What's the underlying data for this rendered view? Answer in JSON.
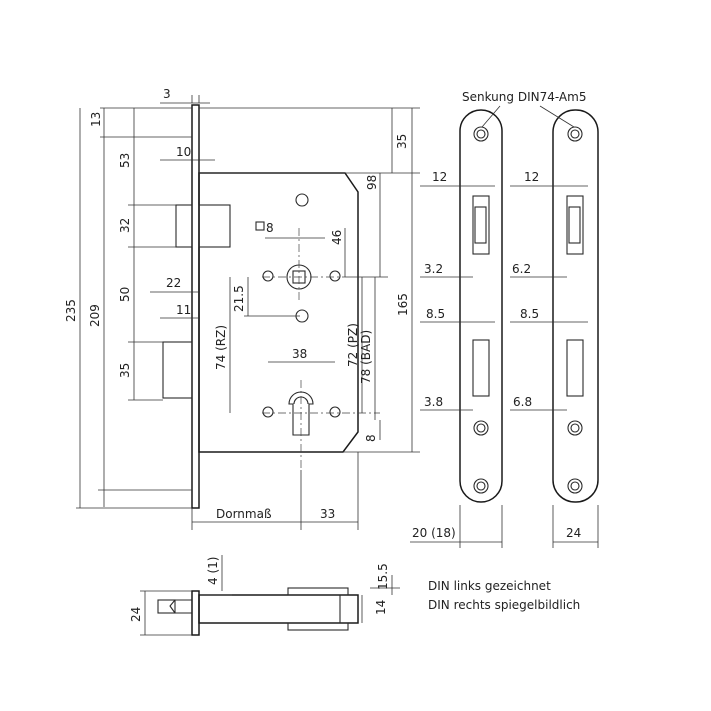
{
  "dimensions": {
    "d3": "3",
    "d13": "13",
    "d53": "53",
    "d10": "10",
    "d32": "32",
    "d235": "235",
    "d209": "209",
    "d50": "50",
    "d22": "22",
    "d11": "11",
    "d35_left": "35",
    "d35_top": "35",
    "d98": "98",
    "d46": "46",
    "square8": "8",
    "d21_5": "21.5",
    "d74rz": "74 (RZ)",
    "d38": "38",
    "d72pz": "72 (PZ)",
    "d78bad": "78 (BAD)",
    "d165": "165",
    "d8": "8",
    "dornmass": "Dornmaß",
    "d33": "33",
    "d4_1": "4 (1)",
    "d24_bottom": "24",
    "d15_5": "15.5",
    "d14": "14"
  },
  "faceplates": {
    "senkung": "Senkung DIN74-Am5",
    "d12_a": "12",
    "d12_b": "12",
    "d3_2": "3.2",
    "d6_2": "6.2",
    "d8_5_a": "8.5",
    "d8_5_b": "8.5",
    "d3_8": "3.8",
    "d6_8": "6.8",
    "w20_18": "20 (18)",
    "w24": "24"
  },
  "notes": {
    "line1": "DIN links gezeichnet",
    "line2": "DIN rechts spiegelbildlich"
  }
}
